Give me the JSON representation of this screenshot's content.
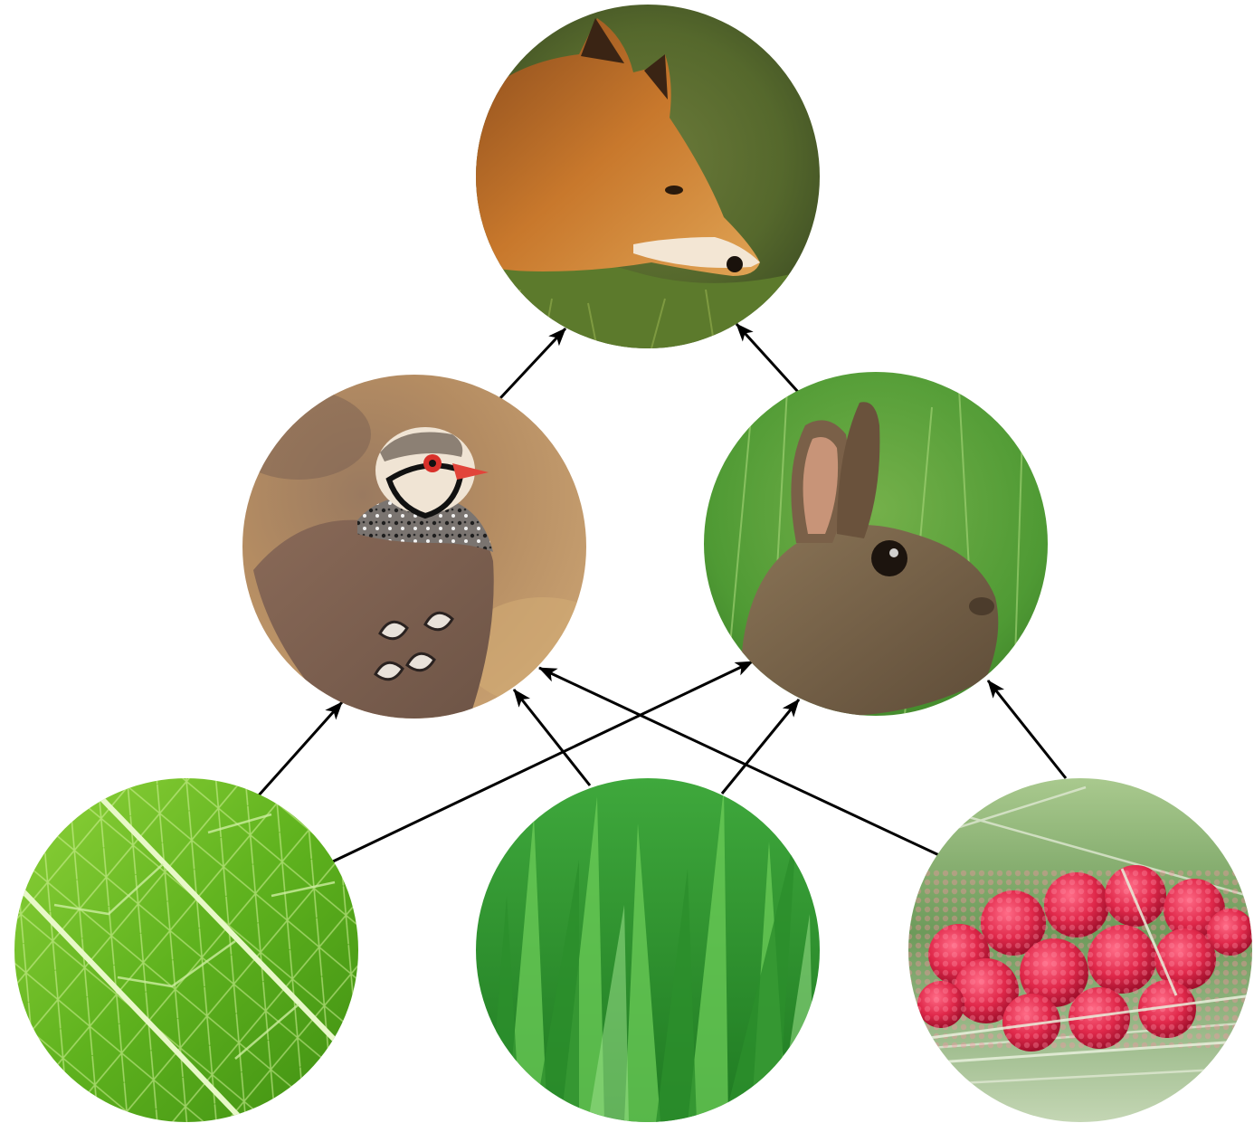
{
  "diagram": {
    "type": "food-web",
    "nodes": [
      {
        "id": "fox",
        "icon": "fox-photo",
        "level": "top"
      },
      {
        "id": "partridge",
        "icon": "partridge-photo",
        "level": "middle"
      },
      {
        "id": "rabbit",
        "icon": "rabbit-photo",
        "level": "middle"
      },
      {
        "id": "leaf",
        "icon": "leaf-photo",
        "level": "bottom"
      },
      {
        "id": "grass",
        "icon": "grass-photo",
        "level": "bottom"
      },
      {
        "id": "raspberries",
        "icon": "raspberries-photo",
        "level": "bottom"
      }
    ],
    "edges": [
      {
        "from": "partridge",
        "to": "fox"
      },
      {
        "from": "rabbit",
        "to": "fox"
      },
      {
        "from": "leaf",
        "to": "partridge"
      },
      {
        "from": "leaf",
        "to": "rabbit"
      },
      {
        "from": "grass",
        "to": "partridge"
      },
      {
        "from": "grass",
        "to": "rabbit"
      },
      {
        "from": "raspberries",
        "to": "partridge"
      },
      {
        "from": "raspberries",
        "to": "rabbit"
      }
    ],
    "colors": {
      "arrow": "#000000",
      "background": "#ffffff"
    }
  }
}
